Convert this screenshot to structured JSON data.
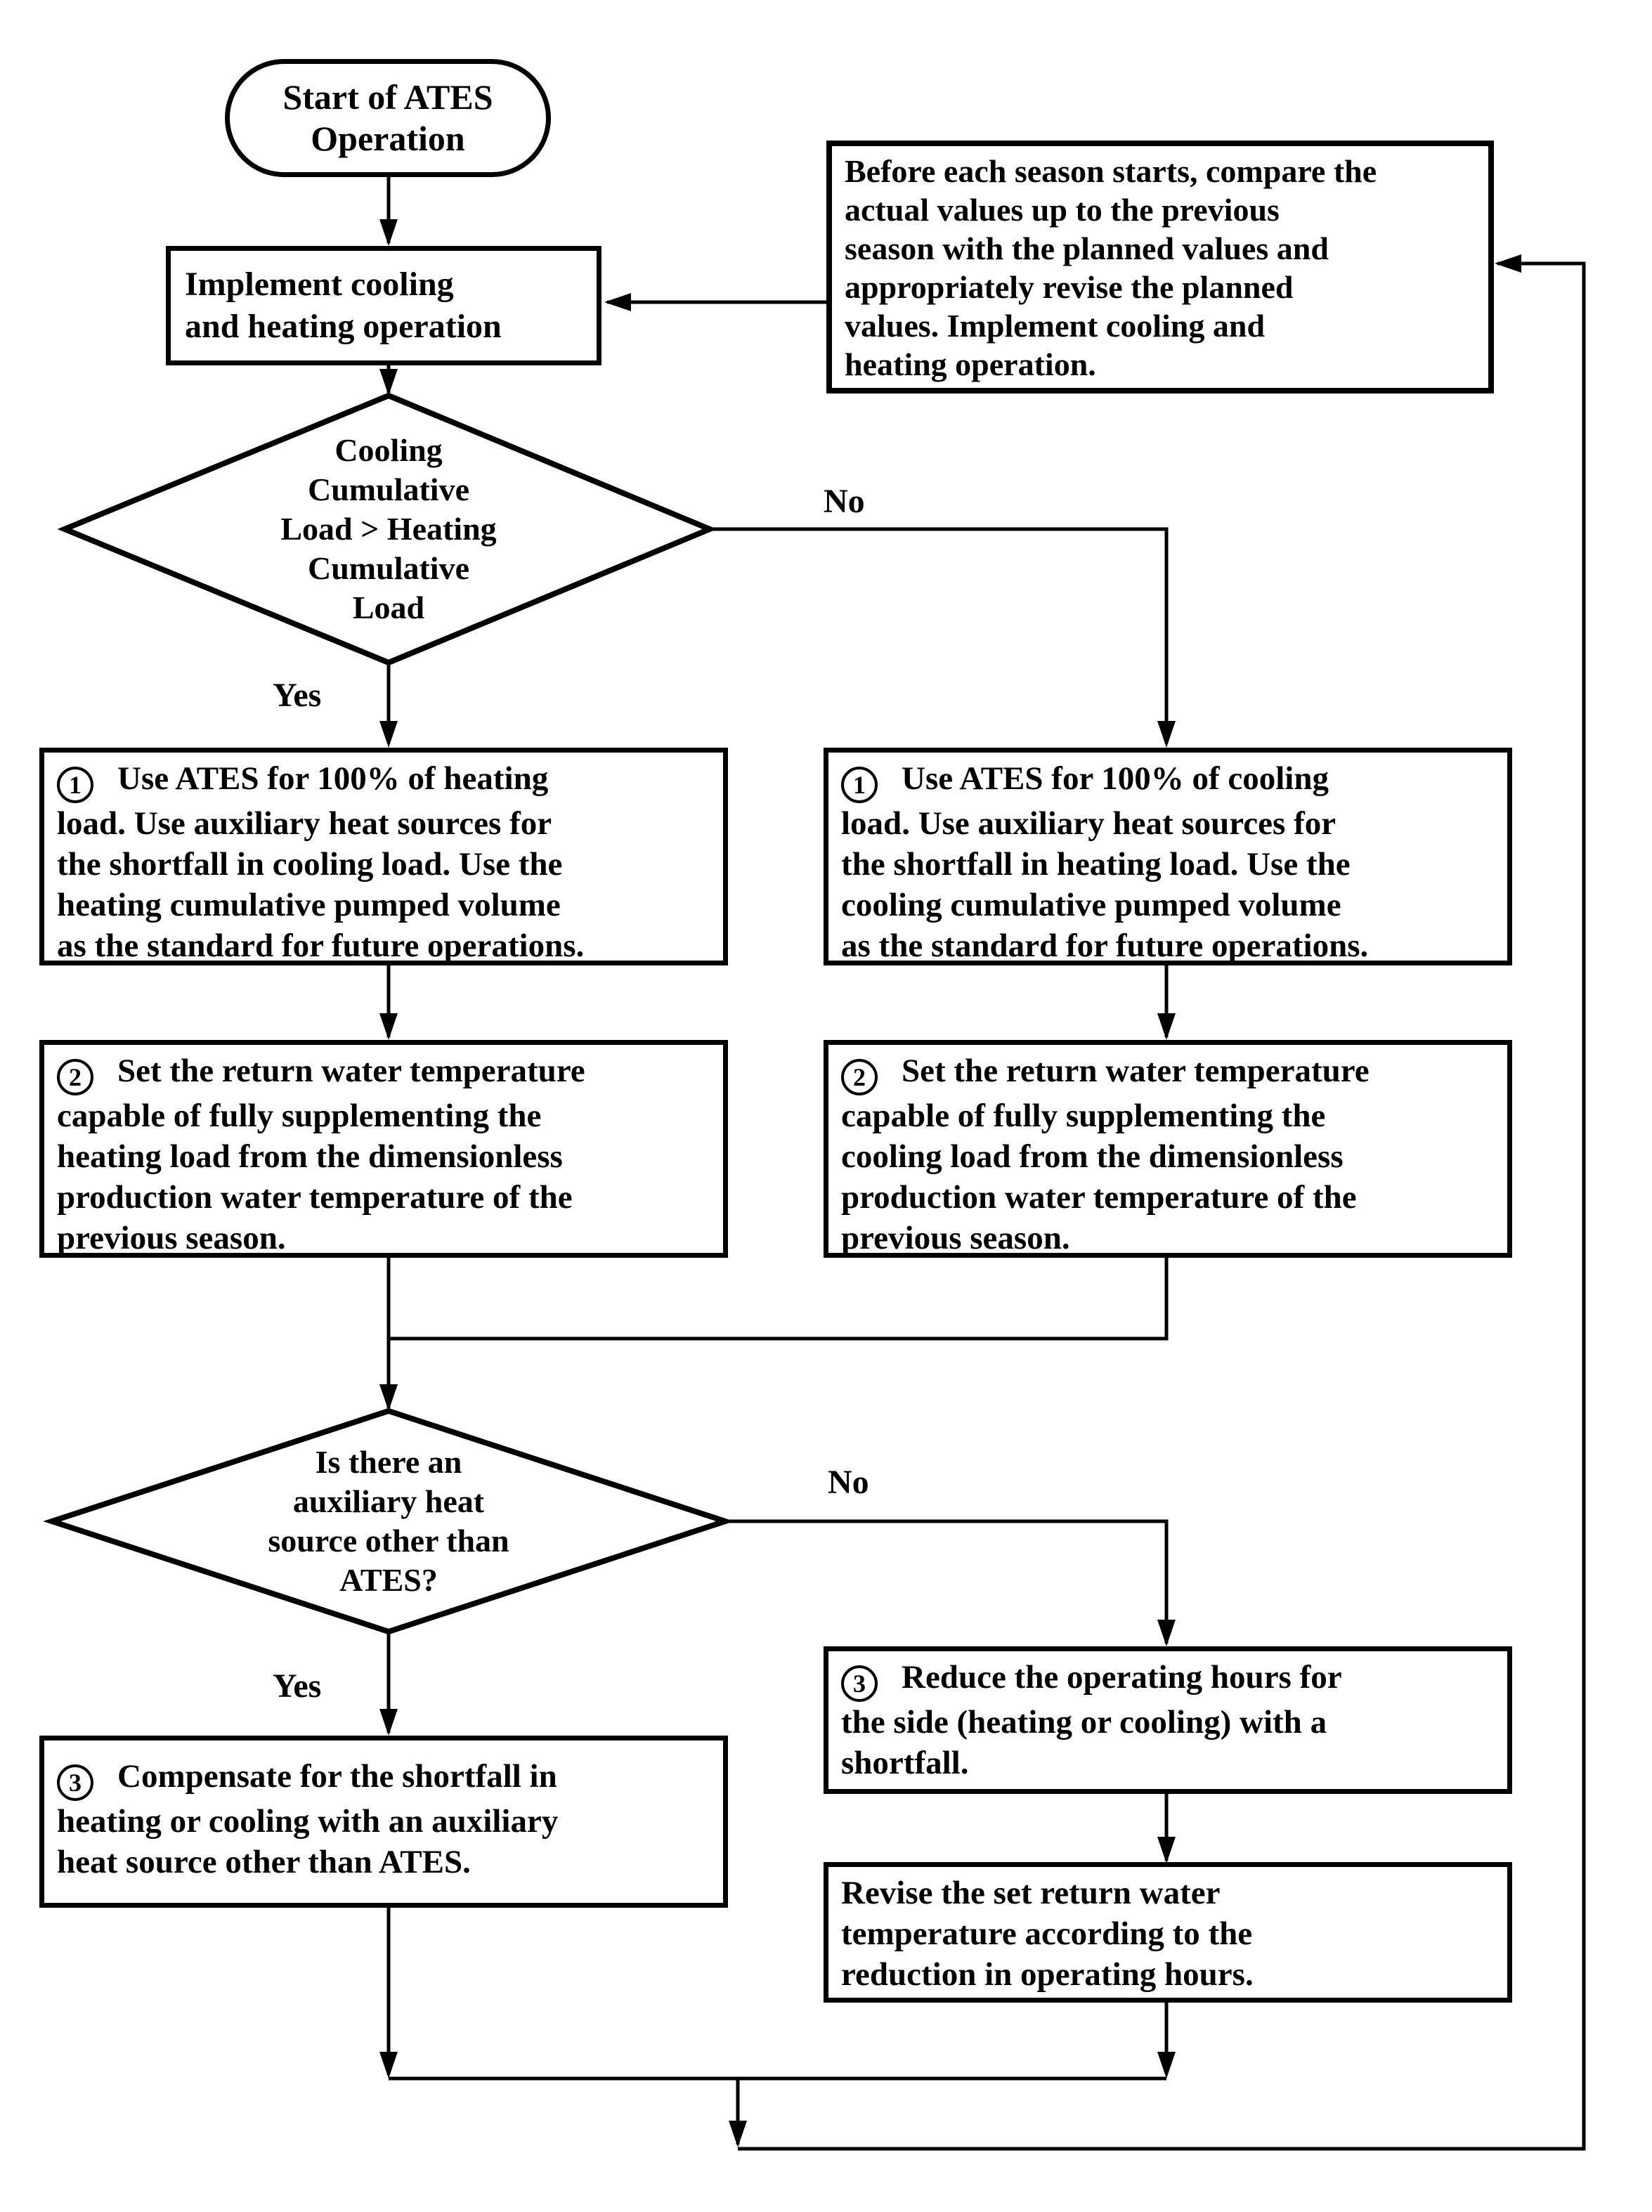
{
  "colors": {
    "stroke": "#000000",
    "background": "#ffffff"
  },
  "flowchart": {
    "start": {
      "label": "Start of ATES\nOperation"
    },
    "implement": {
      "text": "Implement cooling\nand heating operation"
    },
    "season_review": {
      "text": "Before each season starts, compare the\nactual values up to the previous\nseason with the planned values and\nappropriately revise the planned\nvalues. Implement cooling and\nheating operation."
    },
    "decision_load": {
      "text": "Cooling\nCumulative\nLoad > Heating\nCumulative\nLoad",
      "yes_label": "Yes",
      "no_label": "No"
    },
    "heating_step1": {
      "badge": "1",
      "text": "Use ATES for 100% of heating\nload. Use auxiliary heat sources for\nthe shortfall in cooling load. Use the\nheating cumulative pumped volume\nas the standard for future operations."
    },
    "cooling_step1": {
      "badge": "1",
      "text": "Use ATES for 100% of cooling\nload. Use auxiliary heat sources for\nthe shortfall in heating load. Use the\ncooling cumulative pumped volume\nas the standard for future operations."
    },
    "heating_step2": {
      "badge": "2",
      "text": "Set the return water temperature\ncapable of fully supplementing the\nheating load from the dimensionless\nproduction water temperature of the\nprevious season."
    },
    "cooling_step2": {
      "badge": "2",
      "text": "Set the return water temperature\ncapable of fully supplementing the\ncooling load from the dimensionless\nproduction water temperature of the\nprevious season."
    },
    "decision_aux": {
      "text": "Is there an\nauxiliary heat\nsource other than\nATES?",
      "yes_label": "Yes",
      "no_label": "No"
    },
    "compensate_step3": {
      "badge": "3",
      "text": "Compensate for the shortfall in\nheating or cooling with an auxiliary\nheat source other than ATES."
    },
    "reduce_step3": {
      "badge": "3",
      "text": "Reduce the operating hours for\nthe side (heating or cooling) with a\nshortfall."
    },
    "revise": {
      "text": "Revise the set return water\ntemperature according to the\nreduction in operating hours."
    }
  }
}
